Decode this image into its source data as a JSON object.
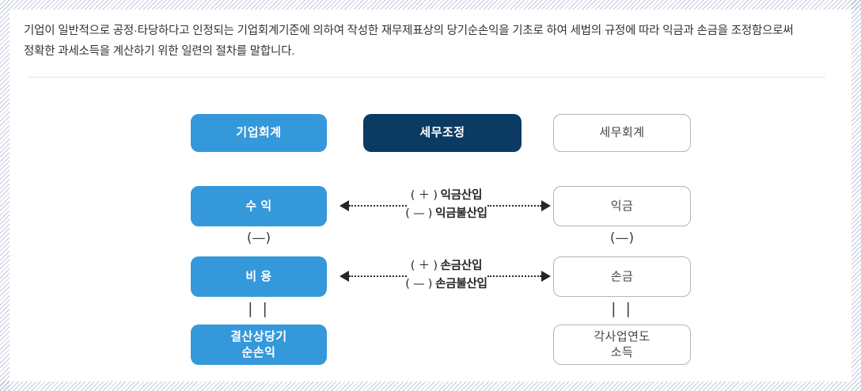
{
  "intro": {
    "line1": "기업이 일반적으로 공정·타당하다고 인정되는 기업회계기준에 의하여 작성한 재무제표상의 당기순손익을 기초로 하여 세법의 규정에 따라 익금과 손금을",
    "line2": "조정함으로써 정확한 과세소득을 계산하기 위한 일련의 절차를 말합니다."
  },
  "colors": {
    "blue": "#3498db",
    "navy": "#0b3a63",
    "outline_border": "#b5b5b5",
    "text_dark": "#333333",
    "hatch": "#b9c0d4"
  },
  "diagram": {
    "headers": {
      "left": "기업회계",
      "center": "세무조정",
      "right": "세무회계"
    },
    "left_column": {
      "revenue": "수 익",
      "minus_symbol": "(—)",
      "expense": "비 용",
      "equals_symbol": "| |",
      "net_income": "결산상당기\n순손익"
    },
    "right_column": {
      "gross_income": "익금",
      "minus_symbol": "(—)",
      "deductible": "손금",
      "equals_symbol": "| |",
      "taxable_income": "각사업연도\n소득"
    },
    "arrows": {
      "row1": {
        "plus_sign": "( ＋ )",
        "plus_label": "익금산입",
        "minus_sign": "( — )",
        "minus_label": "익금불산입"
      },
      "row2": {
        "plus_sign": "( ＋ )",
        "plus_label": "손금산입",
        "minus_sign": "( — )",
        "minus_label": "손금불산입"
      }
    }
  }
}
